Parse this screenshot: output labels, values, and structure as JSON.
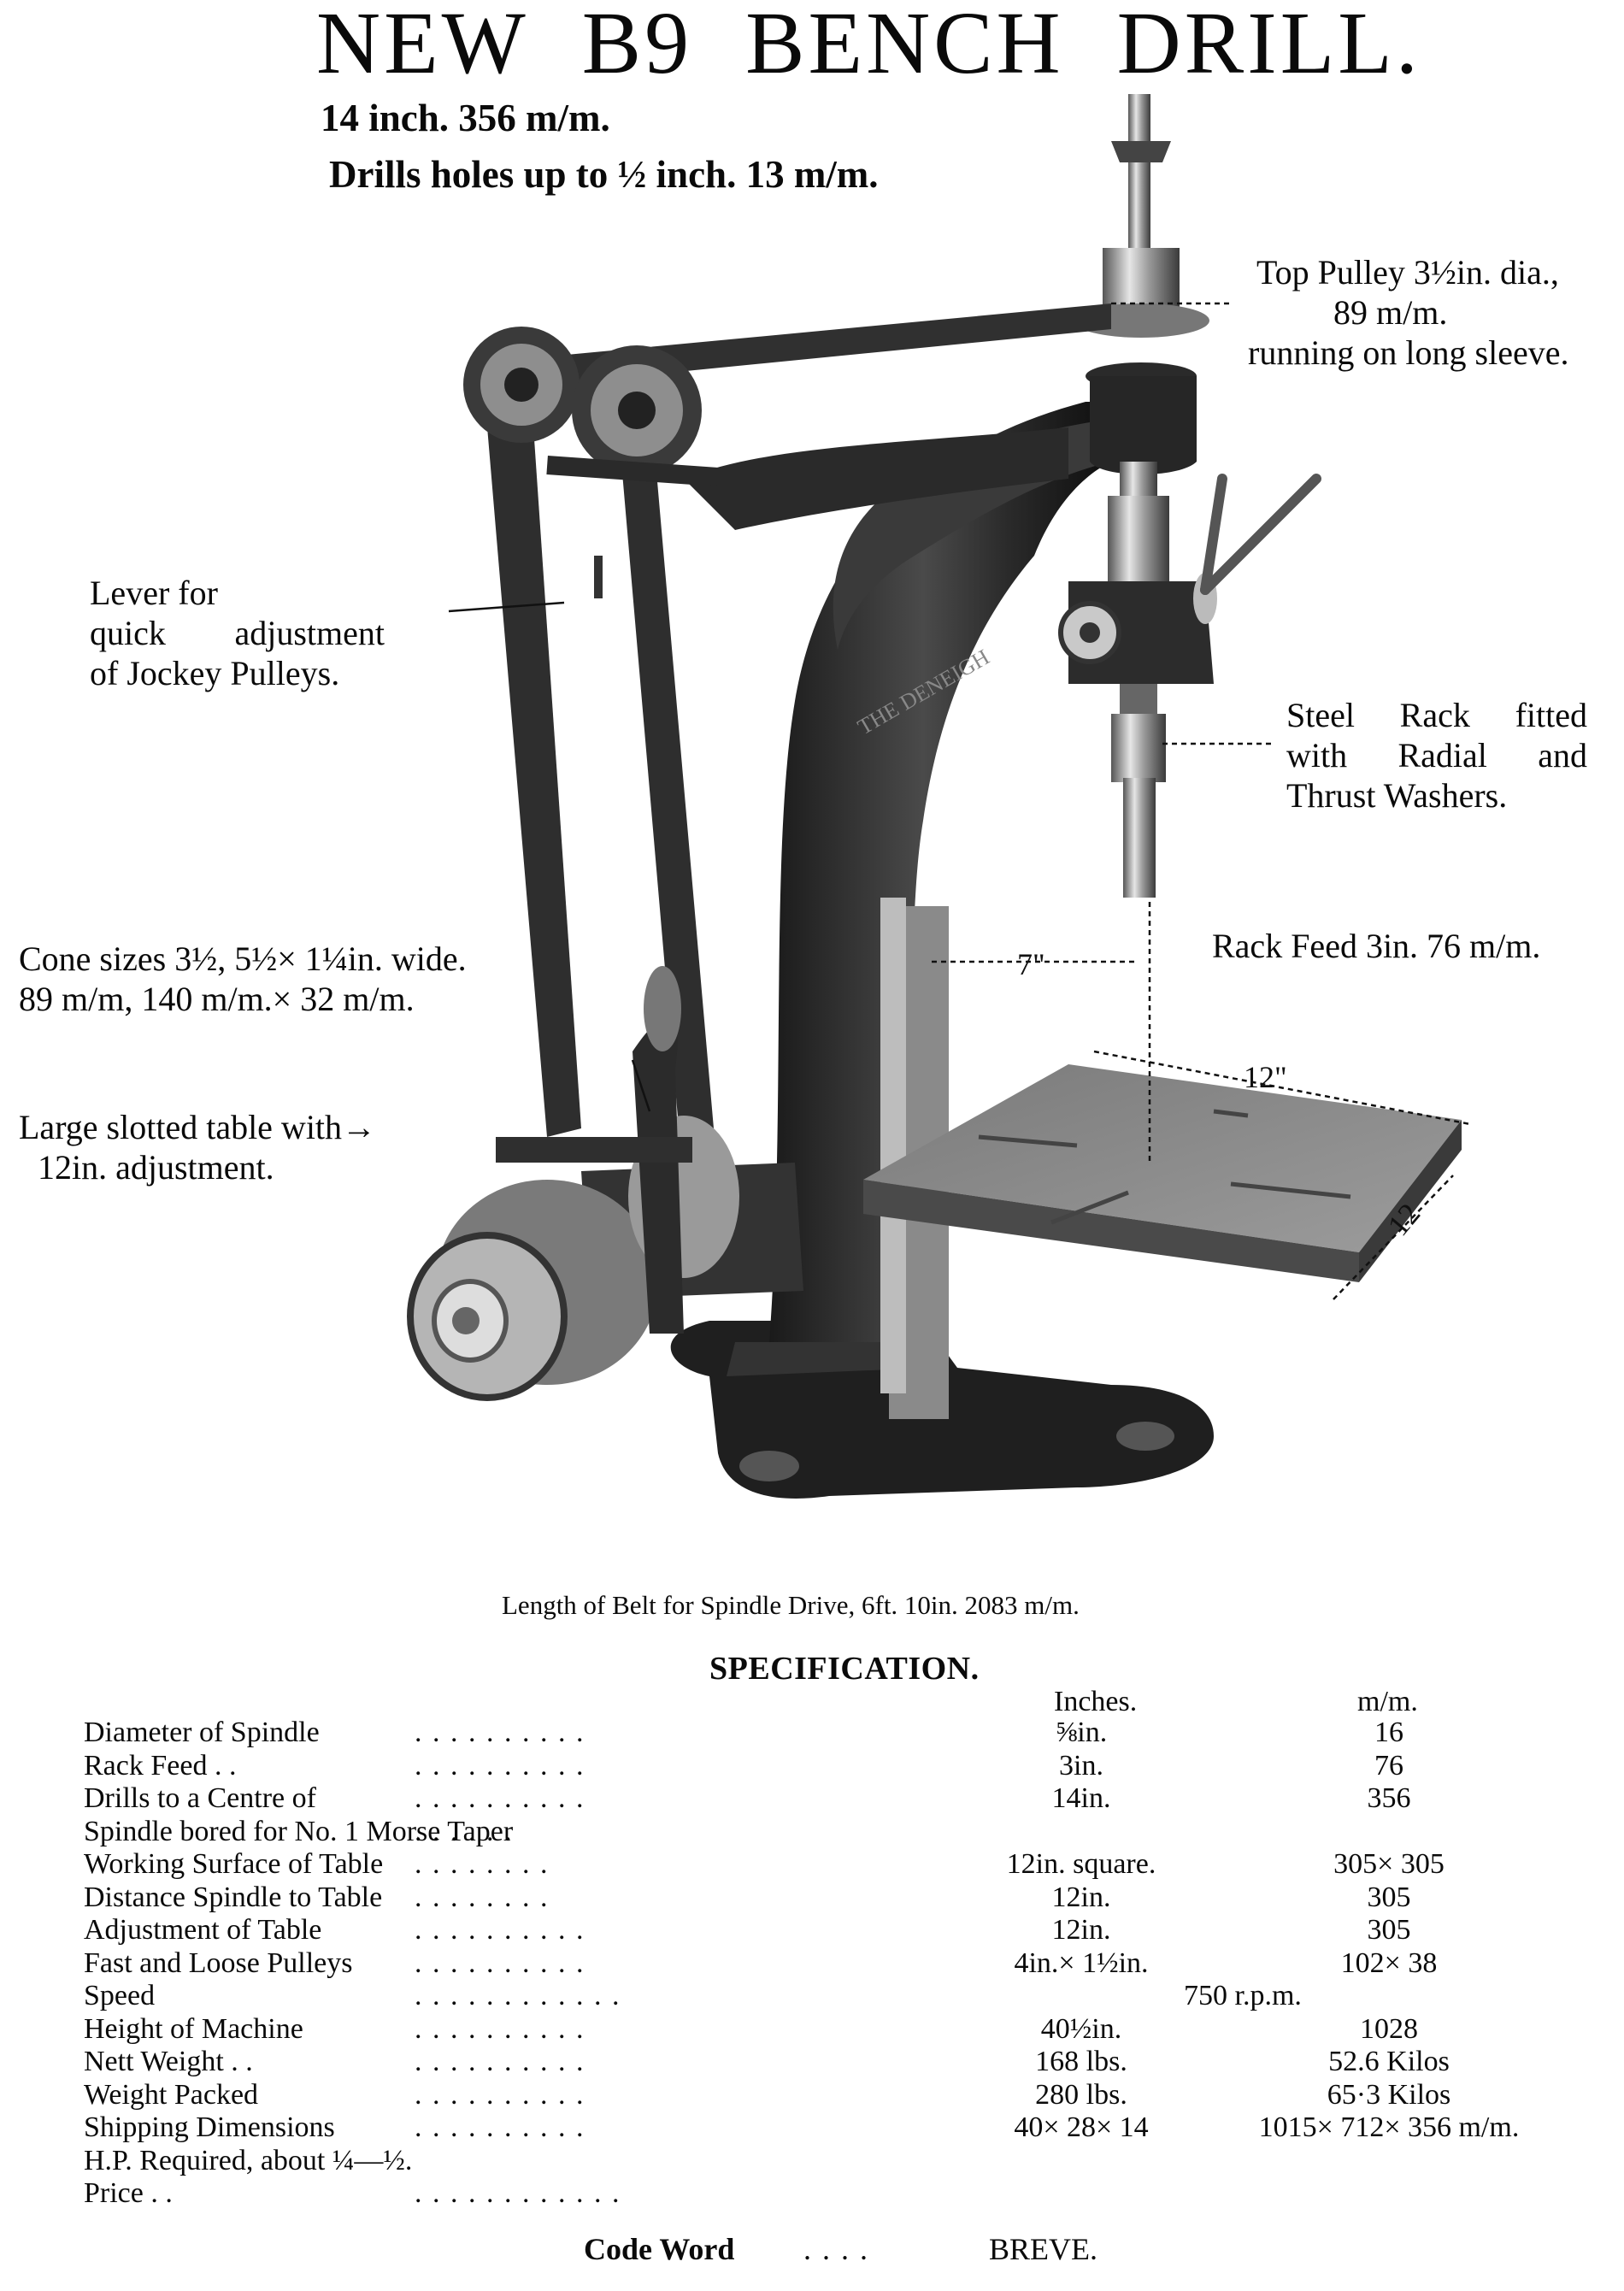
{
  "title_words": [
    "NEW",
    "B9",
    "BENCH",
    "DRILL."
  ],
  "subtitle": {
    "line1": "14 inch.   356 m/m.",
    "line2": "Drills holes up to ½ inch.   13 m/m."
  },
  "annotations": {
    "top_pulley": [
      "Top Pulley 3½in. dia.,",
      "89 m/m.",
      "running on long sleeve."
    ],
    "lever": [
      "Lever for",
      "quick adjustment",
      "of Jockey Pulleys."
    ],
    "steel_rack": [
      "Steel Rack fitted",
      "with Radial and",
      "Thrust Washers."
    ],
    "rack_feed": "Rack Feed 3in.   76 m/m.",
    "cone_sizes": [
      "Cone sizes 3½, 5½× 1¼in. wide.",
      "89 m/m, 140 m/m.× 32 m/m."
    ],
    "table": [
      "Large slotted table with→",
      "12in. adjustment."
    ]
  },
  "dimension_labels": {
    "reach": "7\"",
    "table_width": "12\"",
    "table_depth": "12"
  },
  "casting_text": "THE DENEIGH",
  "belt_caption": "Length of Belt for Spindle Drive, 6ft. 10in.   2083 m/m.",
  "specification": {
    "title": "SPECIFICATION.",
    "col_inches": "Inches.",
    "col_mm": "m/m.",
    "rows": [
      {
        "name": "Diameter of Spindle",
        "dots": ". .      . .      . .      . .      . .",
        "inches": "⅝in.",
        "mm": "16"
      },
      {
        "name": "Rack Feed  . .",
        "dots": ". .      . .      . .      . .      . .",
        "inches": "3in.",
        "mm": "76"
      },
      {
        "name": "Drills to a Centre of",
        "dots": ". .      . .      . .      . .      . .",
        "inches": "14in.",
        "mm": "356"
      },
      {
        "name": "Spindle bored for No. 1 Morse Taper",
        "dots": "                         . .      . .      . .",
        "inches": "",
        "mm": ""
      },
      {
        "name": "Working Surface of Table",
        "dots": "          . .      . .      . .      . .",
        "inches": "12in. square.",
        "mm": "305× 305"
      },
      {
        "name": "Distance Spindle to Table",
        "dots": "          . .      . .      . .      . .",
        "inches": "12in.",
        "mm": "305"
      },
      {
        "name": "Adjustment of Table",
        "dots": ". .      . .      . .      . .      . .",
        "inches": "12in.",
        "mm": "305"
      },
      {
        "name": "Fast and Loose Pulleys",
        "dots": ". .      . .      . .      . .      . .",
        "inches": "4in.× 1½in.",
        "mm": "102× 38"
      },
      {
        "name": "Speed",
        "dots": ". .      . .      . .      . .      . .      . .",
        "inches": "",
        "mm": "",
        "span": "750 r.p.m."
      },
      {
        "name": "Height of Machine",
        "dots": ". .      . .      . .      . .      . .",
        "inches": "40½in.",
        "mm": "1028"
      },
      {
        "name": "Nett Weight  . .",
        "dots": ". .      . .      . .      . .      . .",
        "inches": "168 lbs.",
        "mm": "52.6 Kilos"
      },
      {
        "name": "Weight Packed",
        "dots": ". .      . .      . .      . .      . .",
        "inches": "280 lbs.",
        "mm": "65·3 Kilos"
      },
      {
        "name": "Shipping Dimensions",
        "dots": ". .      . .      . .      . .      . .",
        "inches": "40× 28× 14",
        "mm": "1015× 712× 356 m/m."
      },
      {
        "name": "H.P. Required, about ¼—½.",
        "dots": "",
        "inches": "",
        "mm": ""
      },
      {
        "name": "Price  . .",
        "dots": ". .      . .      . .      . .      . .      . .",
        "inches": "",
        "mm": ""
      }
    ]
  },
  "code_word": {
    "label": "Code Word",
    "dots": ". .       . .",
    "value": "BREVE."
  }
}
